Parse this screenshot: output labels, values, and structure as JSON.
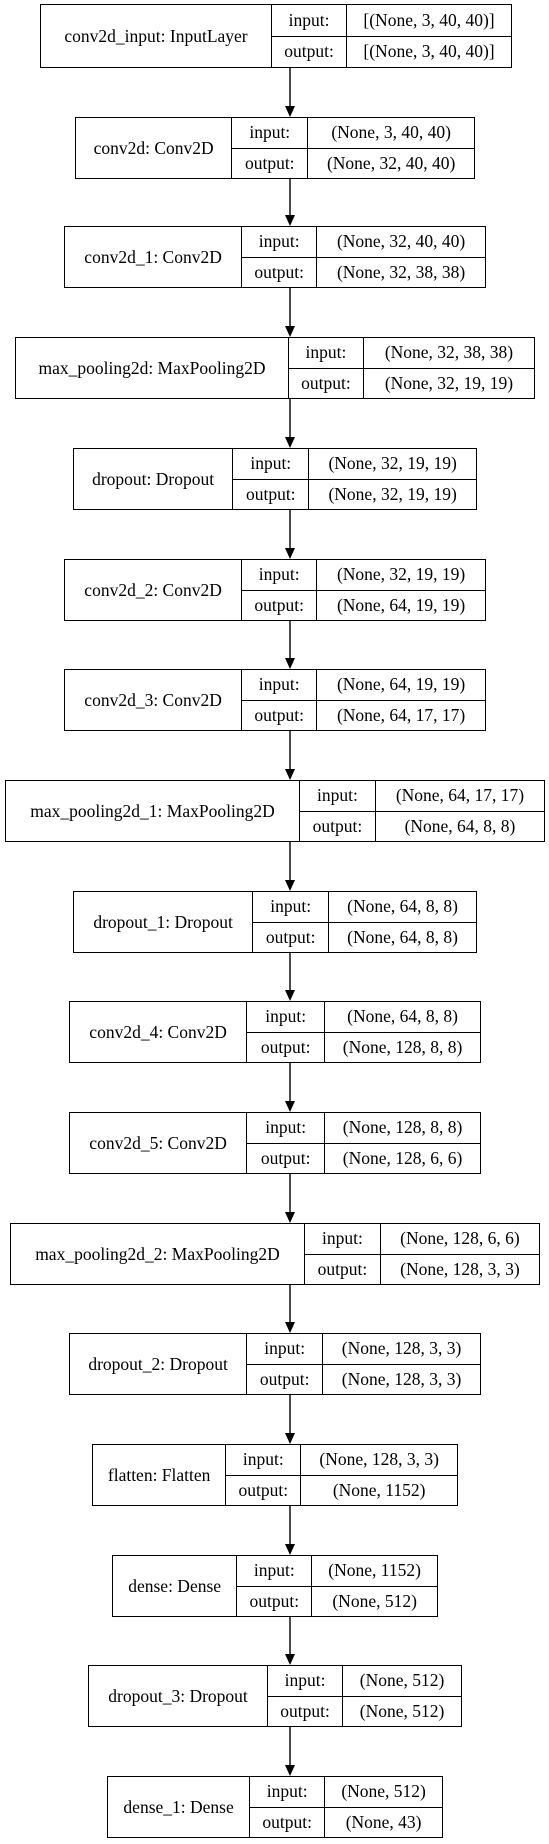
{
  "layers": [
    {
      "name": "conv2d_input: InputLayer",
      "input_label": "input:",
      "output_label": "output:",
      "input": "[(None, 3, 40, 40)]",
      "output": "[(None, 3, 40, 40)]"
    },
    {
      "name": "conv2d: Conv2D",
      "input_label": "input:",
      "output_label": "output:",
      "input": "(None, 3, 40, 40)",
      "output": "(None, 32, 40, 40)"
    },
    {
      "name": "conv2d_1: Conv2D",
      "input_label": "input:",
      "output_label": "output:",
      "input": "(None, 32, 40, 40)",
      "output": "(None, 32, 38, 38)"
    },
    {
      "name": "max_pooling2d: MaxPooling2D",
      "input_label": "input:",
      "output_label": "output:",
      "input": "(None, 32, 38, 38)",
      "output": "(None, 32, 19, 19)"
    },
    {
      "name": "dropout: Dropout",
      "input_label": "input:",
      "output_label": "output:",
      "input": "(None, 32, 19, 19)",
      "output": "(None, 32, 19, 19)"
    },
    {
      "name": "conv2d_2: Conv2D",
      "input_label": "input:",
      "output_label": "output:",
      "input": "(None, 32, 19, 19)",
      "output": "(None, 64, 19, 19)"
    },
    {
      "name": "conv2d_3: Conv2D",
      "input_label": "input:",
      "output_label": "output:",
      "input": "(None, 64, 19, 19)",
      "output": "(None, 64, 17, 17)"
    },
    {
      "name": "max_pooling2d_1: MaxPooling2D",
      "input_label": "input:",
      "output_label": "output:",
      "input": "(None, 64, 17, 17)",
      "output": "(None, 64, 8, 8)"
    },
    {
      "name": "dropout_1: Dropout",
      "input_label": "input:",
      "output_label": "output:",
      "input": "(None, 64, 8, 8)",
      "output": "(None, 64, 8, 8)"
    },
    {
      "name": "conv2d_4: Conv2D",
      "input_label": "input:",
      "output_label": "output:",
      "input": "(None, 64, 8, 8)",
      "output": "(None, 128, 8, 8)"
    },
    {
      "name": "conv2d_5: Conv2D",
      "input_label": "input:",
      "output_label": "output:",
      "input": "(None, 128, 8, 8)",
      "output": "(None, 128, 6, 6)"
    },
    {
      "name": "max_pooling2d_2: MaxPooling2D",
      "input_label": "input:",
      "output_label": "output:",
      "input": "(None, 128, 6, 6)",
      "output": "(None, 128, 3, 3)"
    },
    {
      "name": "dropout_2: Dropout",
      "input_label": "input:",
      "output_label": "output:",
      "input": "(None, 128, 3, 3)",
      "output": "(None, 128, 3, 3)"
    },
    {
      "name": "flatten: Flatten",
      "input_label": "input:",
      "output_label": "output:",
      "input": "(None, 128, 3, 3)",
      "output": "(None, 1152)"
    },
    {
      "name": "dense: Dense",
      "input_label": "input:",
      "output_label": "output:",
      "input": "(None, 1152)",
      "output": "(None, 512)"
    },
    {
      "name": "dropout_3: Dropout",
      "input_label": "input:",
      "output_label": "output:",
      "input": "(None, 512)",
      "output": "(None, 512)"
    },
    {
      "name": "dense_1: Dense",
      "input_label": "input:",
      "output_label": "output:",
      "input": "(None, 512)",
      "output": "(None, 43)"
    }
  ],
  "colors": {
    "stroke": "#000000",
    "background": "#ffffff"
  }
}
